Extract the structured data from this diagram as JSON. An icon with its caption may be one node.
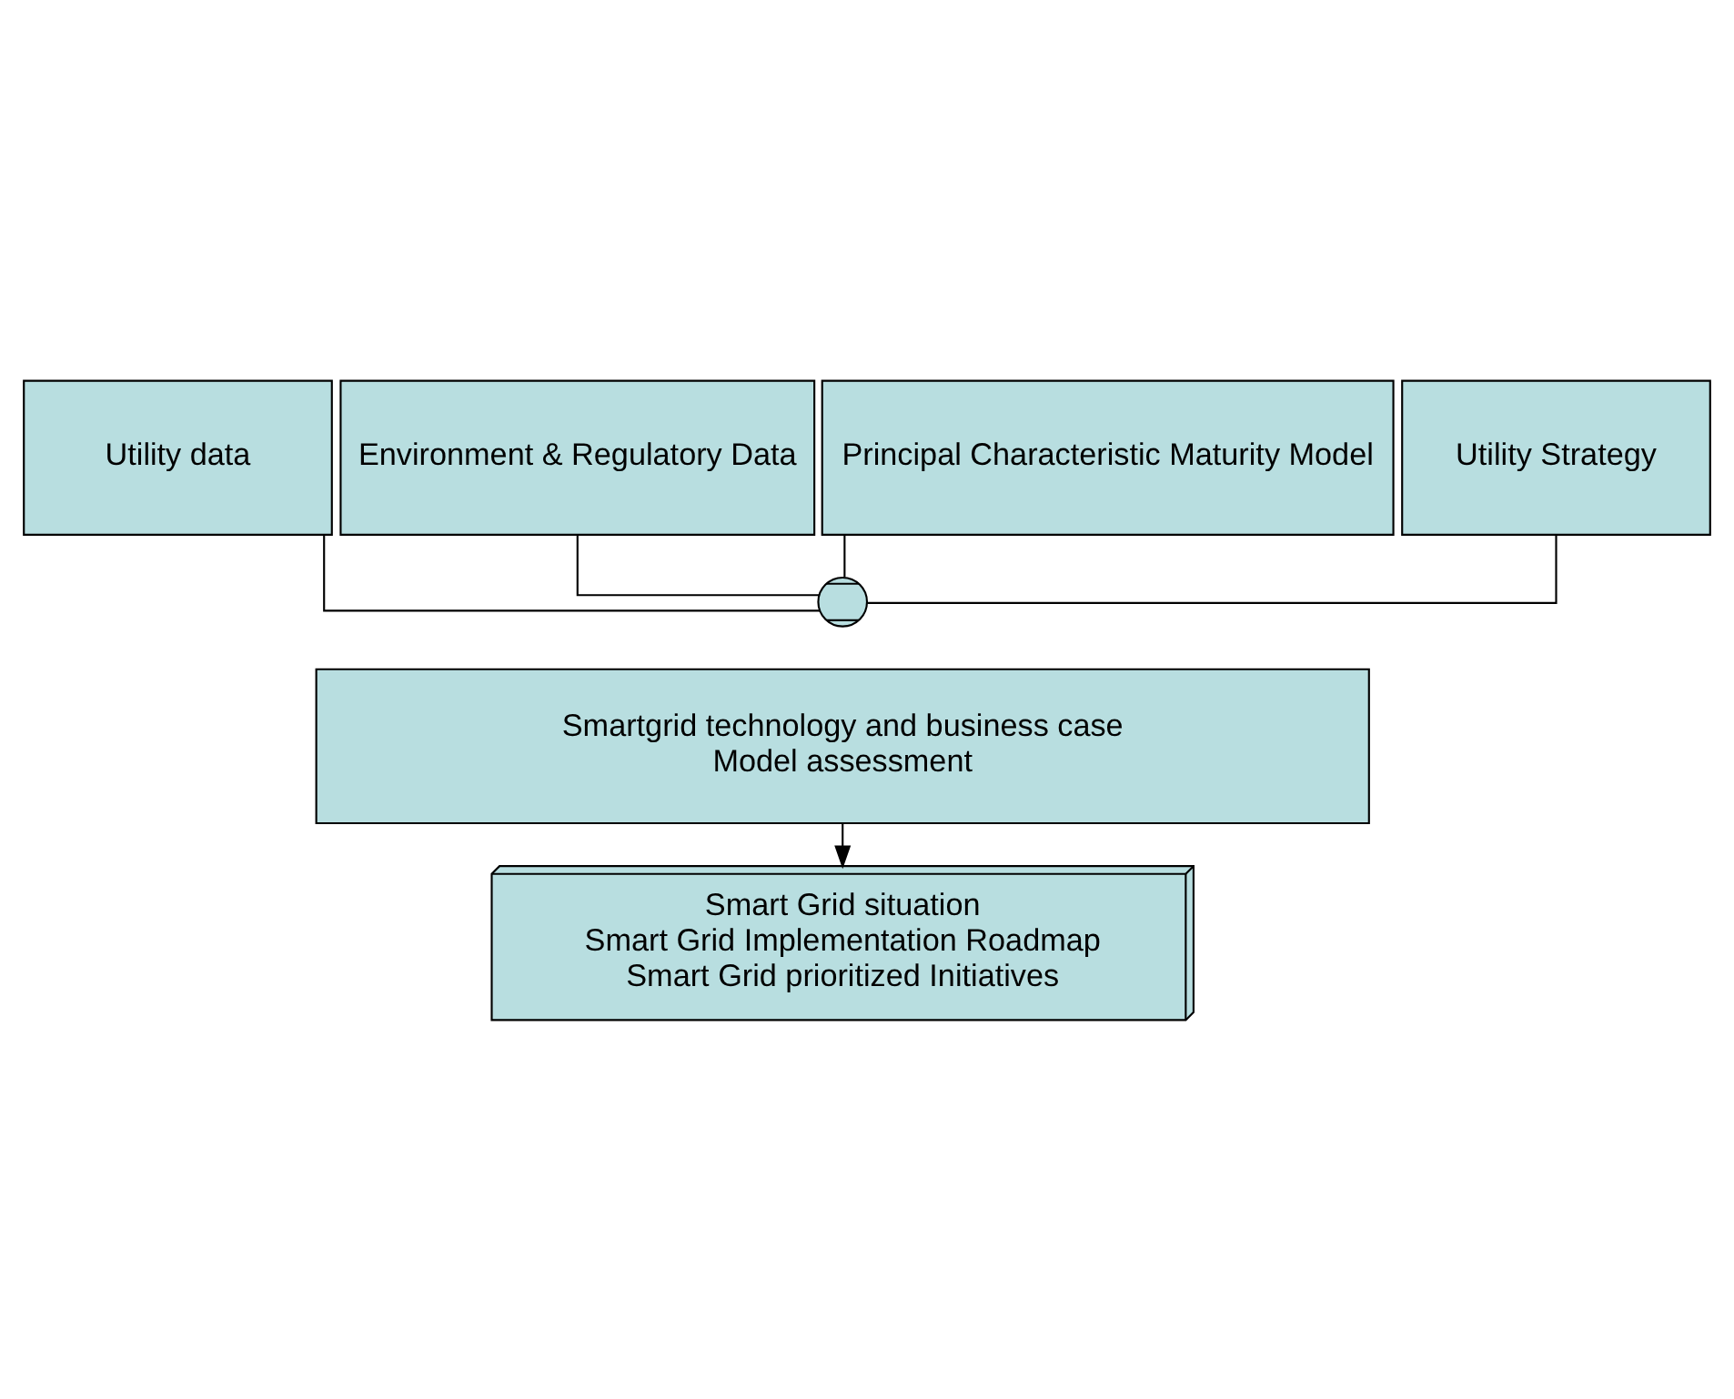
{
  "diagram": {
    "nodes": [
      {
        "text": [
          "Utility data"
        ]
      },
      {
        "text": [
          "Environment & Regulatory Data"
        ]
      },
      {
        "text": [
          "Principal Characteristic Maturity Model"
        ]
      },
      {
        "text": [
          "Utility Strategy"
        ]
      },
      {
        "text": [],
        "shape": "circle"
      },
      {
        "text": [
          "Smartgrid technology and business case",
          "Model assessment"
        ]
      },
      {
        "text": [
          "Smart Grid situation",
          "Smart Grid Implementation Roadmap",
          "Smart Grid prioritized Initiatives"
        ]
      }
    ],
    "edges": [
      {
        "from": 0,
        "to": 4,
        "arrow": "none"
      },
      {
        "from": 1,
        "to": 4,
        "arrow": "none"
      },
      {
        "from": 2,
        "to": 4,
        "arrow": "none"
      },
      {
        "from": 3,
        "to": 4,
        "arrow": "none"
      },
      {
        "from": 5,
        "to": 6,
        "arrow": "to"
      }
    ]
  }
}
